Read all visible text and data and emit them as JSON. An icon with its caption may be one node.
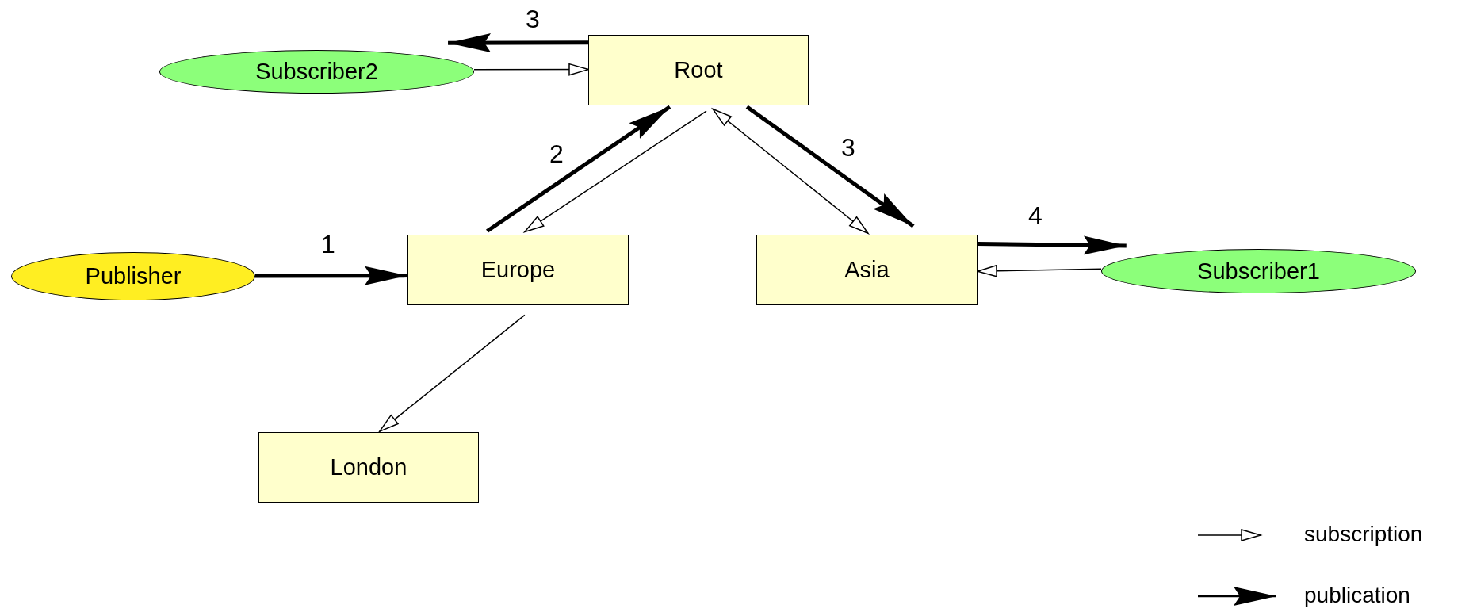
{
  "diagram": {
    "nodes": [
      {
        "text": [
          "Subscriber2"
        ]
      },
      {
        "text": [
          "Root"
        ]
      },
      {
        "text": [
          "Publisher"
        ]
      },
      {
        "text": [
          "Europe"
        ]
      },
      {
        "text": [
          "Asia"
        ]
      },
      {
        "text": [
          "Subscriber1"
        ]
      },
      {
        "text": [
          "London"
        ]
      }
    ],
    "edges": [
      {
        "from": 1,
        "to": 0,
        "arrow": "to",
        "label": "3",
        "style": "thick"
      },
      {
        "from": 0,
        "to": 1,
        "arrow": "to"
      },
      {
        "from": 3,
        "to": 1,
        "arrow": "to",
        "label": "2",
        "style": "thick"
      },
      {
        "from": 1,
        "to": 3,
        "arrow": "to"
      },
      {
        "from": 1,
        "to": 4,
        "arrow": "both"
      },
      {
        "from": 1,
        "to": 4,
        "arrow": "to",
        "label": "3",
        "style": "thick"
      },
      {
        "from": 2,
        "to": 3,
        "arrow": "to",
        "label": "1",
        "style": "thick"
      },
      {
        "from": 3,
        "to": 6,
        "arrow": "to"
      },
      {
        "from": 4,
        "to": 5,
        "arrow": "to",
        "label": "4",
        "style": "thick"
      },
      {
        "from": 5,
        "to": 4,
        "arrow": "to"
      }
    ],
    "legend": [
      {
        "text": "subscription"
      },
      {
        "text": "publication"
      }
    ]
  }
}
